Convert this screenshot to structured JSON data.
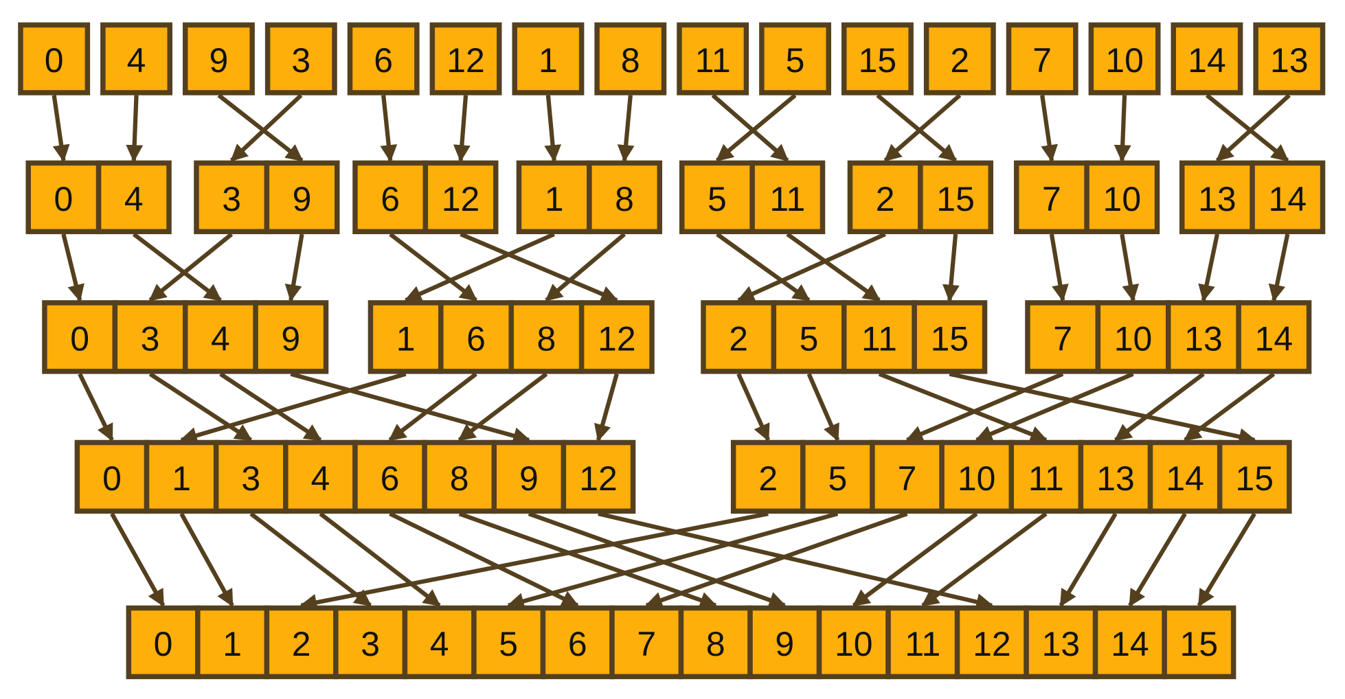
{
  "title": "Merge sort diagram",
  "colors": {
    "cell_fill": "#FFAF0A",
    "cell_border": "#54401E",
    "arrow": "#54401E"
  },
  "rows": [
    [
      [
        0
      ],
      [
        4
      ],
      [
        9
      ],
      [
        3
      ],
      [
        6
      ],
      [
        12
      ],
      [
        1
      ],
      [
        8
      ],
      [
        11
      ],
      [
        5
      ],
      [
        15
      ],
      [
        2
      ],
      [
        7
      ],
      [
        10
      ],
      [
        14
      ],
      [
        13
      ]
    ],
    [
      [
        0,
        4
      ],
      [
        3,
        9
      ],
      [
        6,
        12
      ],
      [
        1,
        8
      ],
      [
        5,
        11
      ],
      [
        2,
        15
      ],
      [
        7,
        10
      ],
      [
        13,
        14
      ]
    ],
    [
      [
        0,
        3,
        4,
        9
      ],
      [
        1,
        6,
        8,
        12
      ],
      [
        2,
        5,
        11,
        15
      ],
      [
        7,
        10,
        13,
        14
      ]
    ],
    [
      [
        0,
        1,
        3,
        4,
        6,
        8,
        9,
        12
      ],
      [
        2,
        5,
        7,
        10,
        11,
        13,
        14,
        15
      ]
    ],
    [
      [
        0,
        1,
        2,
        3,
        4,
        5,
        6,
        7,
        8,
        9,
        10,
        11,
        12,
        13,
        14,
        15
      ]
    ]
  ]
}
